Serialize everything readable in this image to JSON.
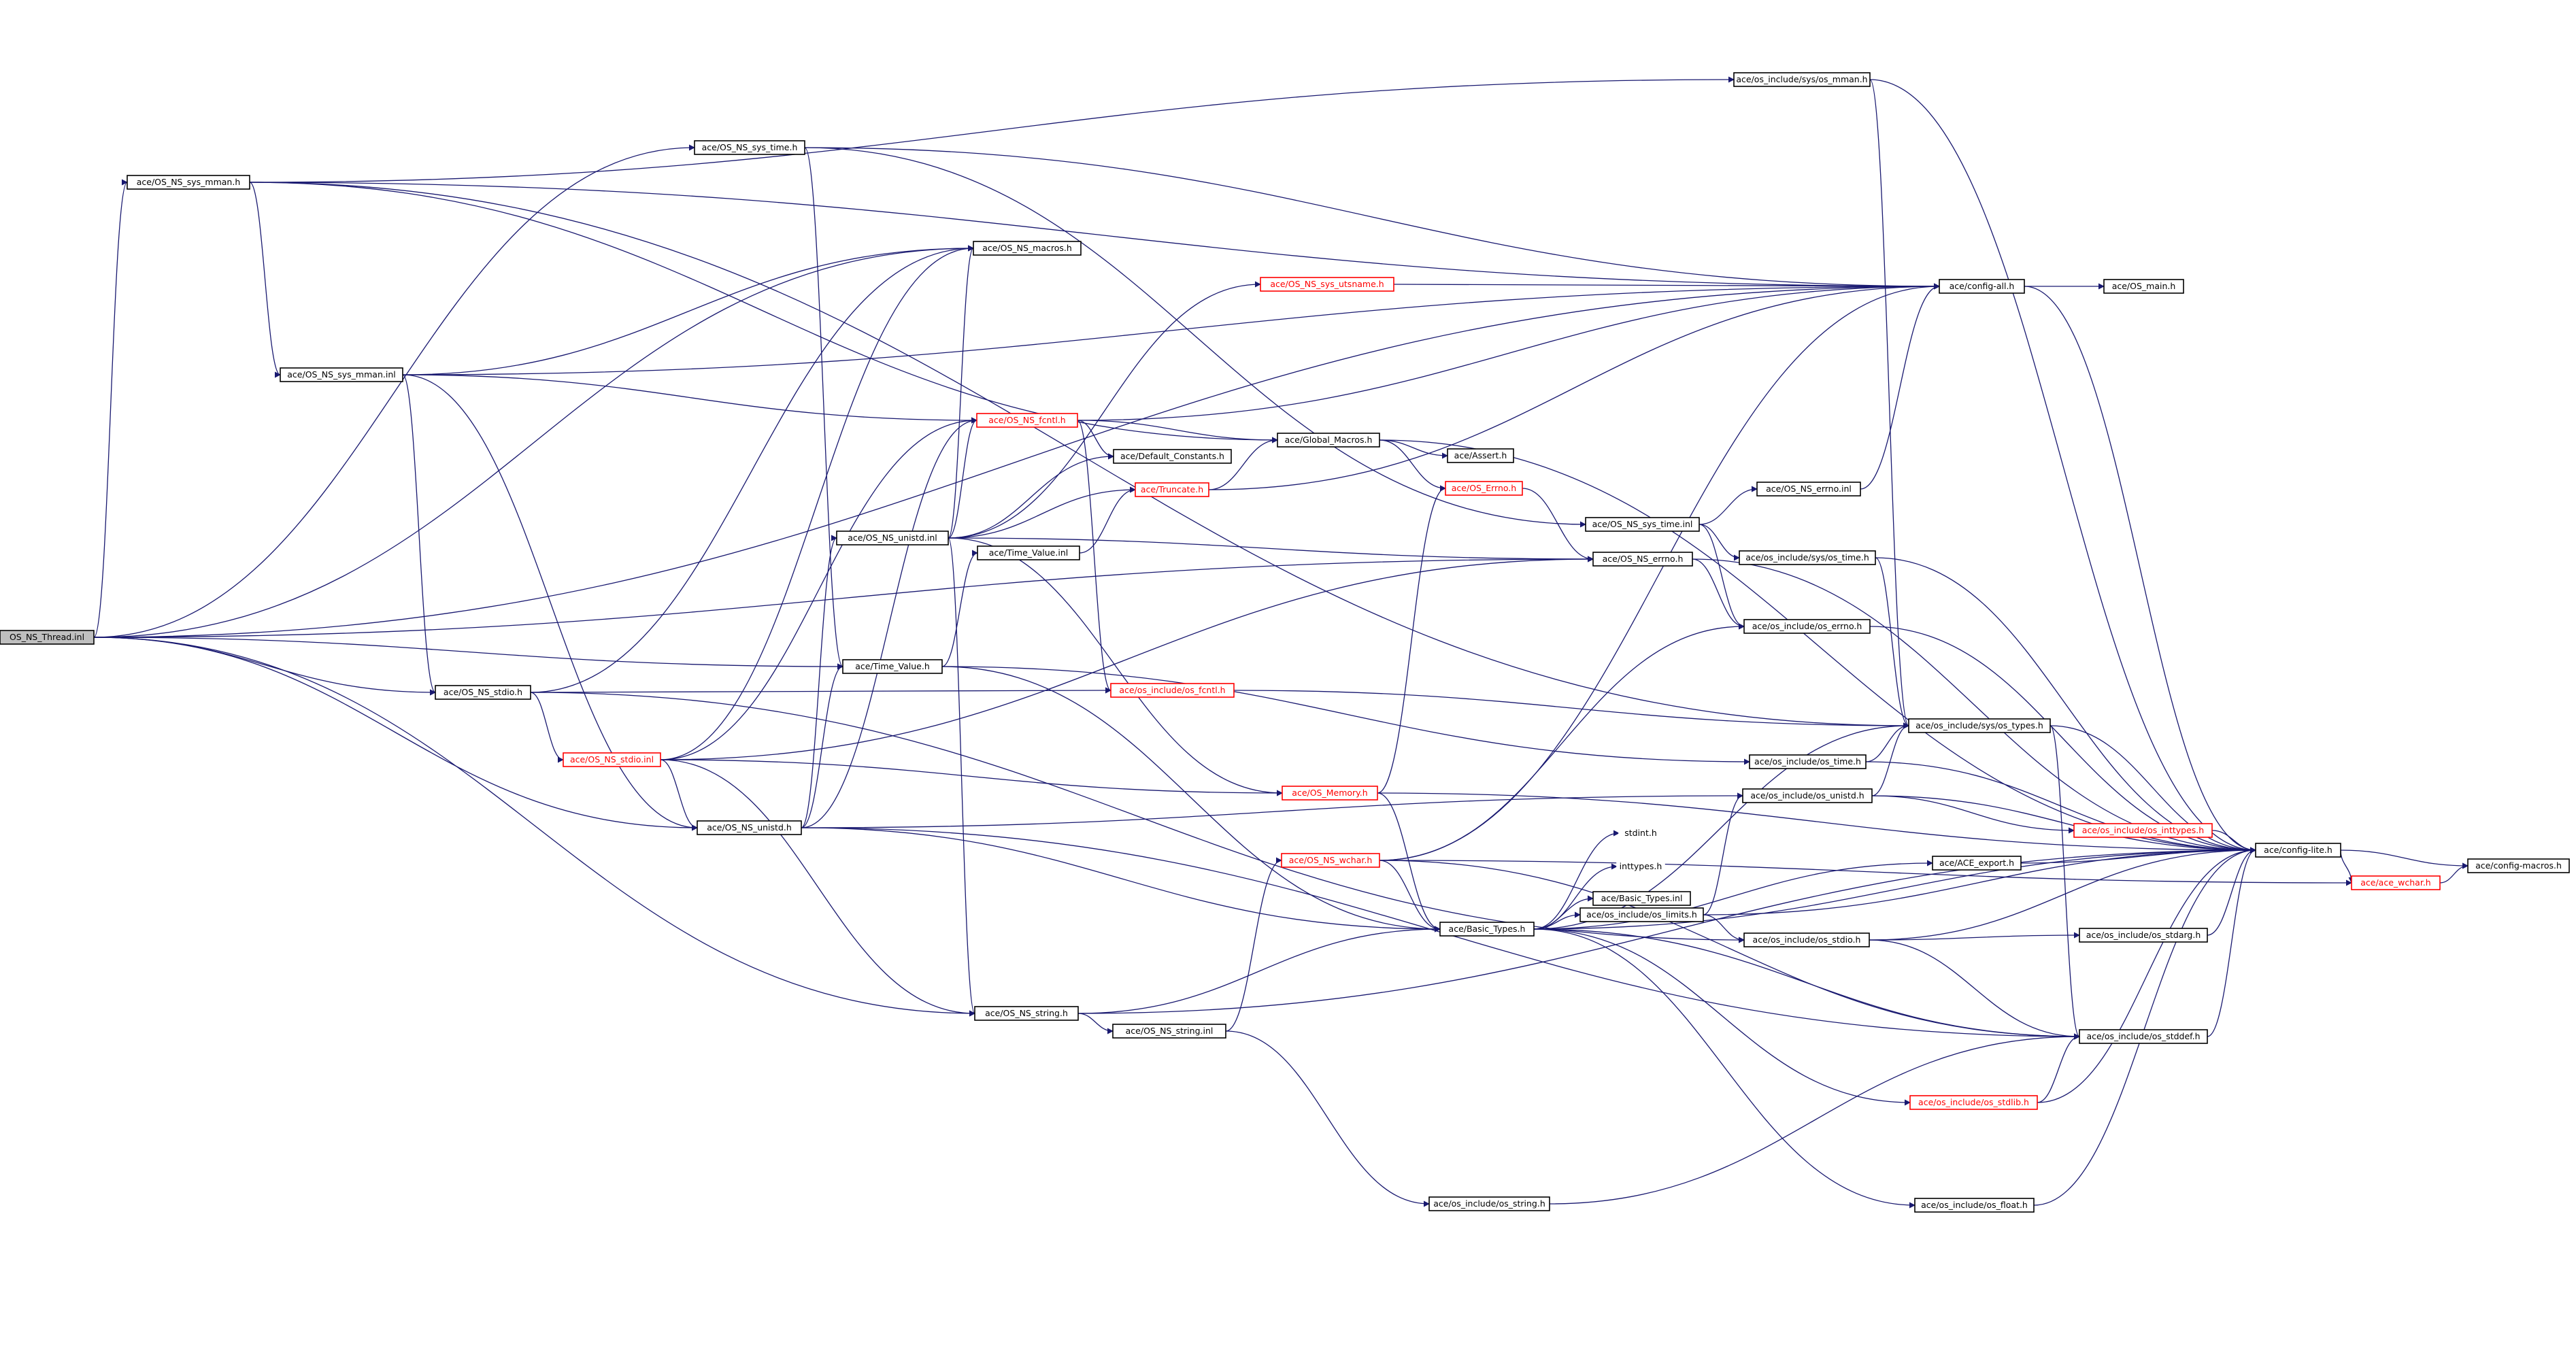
{
  "diagram": {
    "root": "OS_NS_Thread.inl",
    "nodes": [
      {
        "id": "thread_inl",
        "label": "OS_NS_Thread.inl",
        "style": "root"
      },
      {
        "id": "sys_mman_h",
        "label": "ace/OS_NS_sys_mman.h",
        "style": "normal"
      },
      {
        "id": "sys_time_h",
        "label": "ace/OS_NS_sys_time.h",
        "style": "normal"
      },
      {
        "id": "sys_mman_inl",
        "label": "ace/OS_NS_sys_mman.inl",
        "style": "normal"
      },
      {
        "id": "stdio_h",
        "label": "ace/OS_NS_stdio.h",
        "style": "normal"
      },
      {
        "id": "stdio_inl",
        "label": "ace/OS_NS_stdio.inl",
        "style": "truncated"
      },
      {
        "id": "unistd_h",
        "label": "ace/OS_NS_unistd.h",
        "style": "normal"
      },
      {
        "id": "unistd_inl",
        "label": "ace/OS_NS_unistd.inl",
        "style": "normal"
      },
      {
        "id": "macros_h",
        "label": "ace/OS_NS_macros.h",
        "style": "normal"
      },
      {
        "id": "fcntl_h",
        "label": "ace/OS_NS_fcntl.h",
        "style": "truncated"
      },
      {
        "id": "time_value_h",
        "label": "ace/Time_Value.h",
        "style": "normal"
      },
      {
        "id": "string_h",
        "label": "ace/OS_NS_string.h",
        "style": "normal"
      },
      {
        "id": "string_inl",
        "label": "ace/OS_NS_string.inl",
        "style": "normal"
      },
      {
        "id": "utsname_h",
        "label": "ace/OS_NS_sys_utsname.h",
        "style": "truncated"
      },
      {
        "id": "default_constants",
        "label": "ace/Default_Constants.h",
        "style": "normal"
      },
      {
        "id": "truncate_h",
        "label": "ace/Truncate.h",
        "style": "truncated"
      },
      {
        "id": "time_value_inl",
        "label": "ace/Time_Value.inl",
        "style": "normal"
      },
      {
        "id": "os_include_fcntl",
        "label": "ace/os_include/os_fcntl.h",
        "style": "truncated"
      },
      {
        "id": "memory_h",
        "label": "ace/OS_Memory.h",
        "style": "truncated"
      },
      {
        "id": "wchar_h",
        "label": "ace/OS_NS_wchar.h",
        "style": "truncated"
      },
      {
        "id": "global_macros",
        "label": "ace/Global_Macros.h",
        "style": "normal"
      },
      {
        "id": "assert_h",
        "label": "ace/Assert.h",
        "style": "normal"
      },
      {
        "id": "os_errno_h",
        "label": "ace/OS_Errno.h",
        "style": "truncated"
      },
      {
        "id": "basic_types_h",
        "label": "ace/Basic_Types.h",
        "style": "normal"
      },
      {
        "id": "os_include_string",
        "label": "ace/os_include/os_string.h",
        "style": "normal"
      },
      {
        "id": "sys_os_mman",
        "label": "ace/os_include/sys/os_mman.h",
        "style": "normal"
      },
      {
        "id": "config_all",
        "label": "ace/config-all.h",
        "style": "normal"
      },
      {
        "id": "os_main",
        "label": "ace/OS_main.h",
        "style": "normal"
      },
      {
        "id": "errno_inl",
        "label": "ace/OS_NS_errno.inl",
        "style": "normal"
      },
      {
        "id": "sys_time_inl",
        "label": "ace/OS_NS_sys_time.inl",
        "style": "normal"
      },
      {
        "id": "errno_h",
        "label": "ace/OS_NS_errno.h",
        "style": "normal"
      },
      {
        "id": "sys_os_time",
        "label": "ace/os_include/sys/os_time.h",
        "style": "normal"
      },
      {
        "id": "os_include_errno",
        "label": "ace/os_include/os_errno.h",
        "style": "normal"
      },
      {
        "id": "sys_os_types",
        "label": "ace/os_include/sys/os_types.h",
        "style": "normal"
      },
      {
        "id": "os_include_time",
        "label": "ace/os_include/os_time.h",
        "style": "normal"
      },
      {
        "id": "os_include_unistd",
        "label": "ace/os_include/os_unistd.h",
        "style": "normal"
      },
      {
        "id": "stdint_h",
        "label": "stdint.h",
        "style": "plain"
      },
      {
        "id": "inttypes_h",
        "label": "inttypes.h",
        "style": "plain"
      },
      {
        "id": "basic_types_inl",
        "label": "ace/Basic_Types.inl",
        "style": "normal"
      },
      {
        "id": "os_include_limits",
        "label": "ace/os_include/os_limits.h",
        "style": "normal"
      },
      {
        "id": "os_include_stdio",
        "label": "ace/os_include/os_stdio.h",
        "style": "normal"
      },
      {
        "id": "ace_export",
        "label": "ace/ACE_export.h",
        "style": "normal"
      },
      {
        "id": "os_include_inttypes",
        "label": "ace/os_include/os_inttypes.h",
        "style": "truncated"
      },
      {
        "id": "os_include_stdarg",
        "label": "ace/os_include/os_stdarg.h",
        "style": "normal"
      },
      {
        "id": "os_include_stddef",
        "label": "ace/os_include/os_stddef.h",
        "style": "normal"
      },
      {
        "id": "os_include_stdlib",
        "label": "ace/os_include/os_stdlib.h",
        "style": "truncated"
      },
      {
        "id": "os_include_float",
        "label": "ace/os_include/os_float.h",
        "style": "normal"
      },
      {
        "id": "config_lite",
        "label": "ace/config-lite.h",
        "style": "normal"
      },
      {
        "id": "ace_wchar",
        "label": "ace/ace_wchar.h",
        "style": "truncated"
      },
      {
        "id": "config_macros",
        "label": "ace/config-macros.h",
        "style": "normal"
      }
    ],
    "edges": [
      [
        "thread_inl",
        "sys_mman_h"
      ],
      [
        "thread_inl",
        "sys_time_h"
      ],
      [
        "thread_inl",
        "macros_h"
      ],
      [
        "thread_inl",
        "config_all"
      ],
      [
        "thread_inl",
        "errno_h"
      ],
      [
        "thread_inl",
        "time_value_h"
      ],
      [
        "thread_inl",
        "stdio_h"
      ],
      [
        "thread_inl",
        "unistd_h"
      ],
      [
        "thread_inl",
        "string_h"
      ],
      [
        "sys_mman_h",
        "sys_os_mman"
      ],
      [
        "sys_mman_h",
        "config_all"
      ],
      [
        "sys_mman_h",
        "global_macros"
      ],
      [
        "sys_mman_h",
        "sys_mman_inl"
      ],
      [
        "sys_mman_h",
        "sys_os_types"
      ],
      [
        "sys_time_h",
        "config_all"
      ],
      [
        "sys_time_h",
        "sys_time_inl"
      ],
      [
        "sys_time_h",
        "time_value_h"
      ],
      [
        "sys_mman_inl",
        "macros_h"
      ],
      [
        "sys_mman_inl",
        "config_all"
      ],
      [
        "sys_mman_inl",
        "fcntl_h"
      ],
      [
        "sys_mman_inl",
        "stdio_h"
      ],
      [
        "sys_mman_inl",
        "unistd_h"
      ],
      [
        "stdio_h",
        "macros_h"
      ],
      [
        "stdio_h",
        "stdio_inl"
      ],
      [
        "stdio_h",
        "os_include_fcntl"
      ],
      [
        "stdio_h",
        "os_include_stdio"
      ],
      [
        "stdio_inl",
        "fcntl_h"
      ],
      [
        "stdio_inl",
        "macros_h"
      ],
      [
        "stdio_inl",
        "errno_h"
      ],
      [
        "stdio_inl",
        "memory_h"
      ],
      [
        "stdio_inl",
        "unistd_h"
      ],
      [
        "stdio_inl",
        "string_h"
      ],
      [
        "unistd_h",
        "unistd_inl"
      ],
      [
        "unistd_h",
        "time_value_h"
      ],
      [
        "unistd_h",
        "fcntl_h"
      ],
      [
        "unistd_h",
        "os_include_unistd"
      ],
      [
        "unistd_h",
        "basic_types_h"
      ],
      [
        "unistd_h",
        "os_include_stddef"
      ],
      [
        "unistd_inl",
        "macros_h"
      ],
      [
        "unistd_inl",
        "fcntl_h"
      ],
      [
        "unistd_inl",
        "default_constants"
      ],
      [
        "unistd_inl",
        "truncate_h"
      ],
      [
        "unistd_inl",
        "utsname_h"
      ],
      [
        "unistd_inl",
        "errno_h"
      ],
      [
        "unistd_inl",
        "memory_h"
      ],
      [
        "unistd_inl",
        "string_h"
      ],
      [
        "fcntl_h",
        "global_macros"
      ],
      [
        "fcntl_h",
        "default_constants"
      ],
      [
        "fcntl_h",
        "config_all"
      ],
      [
        "fcntl_h",
        "os_include_fcntl"
      ],
      [
        "utsname_h",
        "config_all"
      ],
      [
        "truncate_h",
        "global_macros"
      ],
      [
        "truncate_h",
        "config_all"
      ],
      [
        "time_value_h",
        "time_value_inl"
      ],
      [
        "time_value_h",
        "os_include_time"
      ],
      [
        "time_value_h",
        "basic_types_h"
      ],
      [
        "time_value_inl",
        "truncate_h"
      ],
      [
        "os_include_fcntl",
        "sys_os_types"
      ],
      [
        "memory_h",
        "os_errno_h"
      ],
      [
        "memory_h",
        "basic_types_h"
      ],
      [
        "memory_h",
        "config_lite"
      ],
      [
        "wchar_h",
        "config_all"
      ],
      [
        "wchar_h",
        "os_include_errno"
      ],
      [
        "wchar_h",
        "basic_types_h"
      ],
      [
        "wchar_h",
        "ace_wchar"
      ],
      [
        "wchar_h",
        "os_include_stddef"
      ],
      [
        "string_h",
        "string_inl"
      ],
      [
        "string_h",
        "basic_types_h"
      ],
      [
        "string_h",
        "config_lite"
      ],
      [
        "string_inl",
        "wchar_h"
      ],
      [
        "string_inl",
        "os_include_string"
      ],
      [
        "global_macros",
        "assert_h"
      ],
      [
        "global_macros",
        "os_errno_h"
      ],
      [
        "global_macros",
        "config_lite"
      ],
      [
        "os_errno_h",
        "errno_h"
      ],
      [
        "errno_h",
        "os_include_errno"
      ],
      [
        "errno_h",
        "config_lite"
      ],
      [
        "sys_time_inl",
        "errno_inl"
      ],
      [
        "sys_time_inl",
        "sys_os_time"
      ],
      [
        "sys_time_inl",
        "os_include_errno"
      ],
      [
        "errno_inl",
        "config_all"
      ],
      [
        "sys_os_time",
        "sys_os_types"
      ],
      [
        "sys_os_time",
        "config_lite"
      ],
      [
        "os_include_errno",
        "config_lite"
      ],
      [
        "sys_os_types",
        "os_include_stddef"
      ],
      [
        "sys_os_types",
        "config_lite"
      ],
      [
        "os_include_time",
        "sys_os_types"
      ],
      [
        "os_include_time",
        "config_lite"
      ],
      [
        "os_include_unistd",
        "sys_os_types"
      ],
      [
        "os_include_unistd",
        "os_include_inttypes"
      ],
      [
        "os_include_unistd",
        "config_lite"
      ],
      [
        "os_include_inttypes",
        "config_lite"
      ],
      [
        "sys_os_mman",
        "sys_os_types"
      ],
      [
        "sys_os_mman",
        "config_lite"
      ],
      [
        "config_all",
        "os_main"
      ],
      [
        "config_all",
        "config_lite"
      ],
      [
        "basic_types_h",
        "stdint_h"
      ],
      [
        "basic_types_h",
        "inttypes_h"
      ],
      [
        "basic_types_h",
        "basic_types_inl"
      ],
      [
        "basic_types_h",
        "ace_export"
      ],
      [
        "basic_types_h",
        "os_include_limits"
      ],
      [
        "basic_types_h",
        "os_include_stdlib"
      ],
      [
        "basic_types_h",
        "os_include_float"
      ],
      [
        "basic_types_h",
        "sys_os_types"
      ],
      [
        "basic_types_h",
        "config_lite"
      ],
      [
        "basic_types_h",
        "os_include_stddef"
      ],
      [
        "os_include_limits",
        "os_include_unistd"
      ],
      [
        "os_include_limits",
        "os_include_stdio"
      ],
      [
        "os_include_limits",
        "config_lite"
      ],
      [
        "os_include_stdio",
        "os_include_stdarg"
      ],
      [
        "os_include_stdio",
        "os_include_stddef"
      ],
      [
        "os_include_stdio",
        "config_lite"
      ],
      [
        "ace_export",
        "config_lite"
      ],
      [
        "os_include_stdarg",
        "config_lite"
      ],
      [
        "os_include_stddef",
        "config_lite"
      ],
      [
        "os_include_stdlib",
        "os_include_stddef"
      ],
      [
        "os_include_stdlib",
        "config_lite"
      ],
      [
        "os_include_float",
        "config_lite"
      ],
      [
        "os_include_string",
        "os_include_stddef"
      ],
      [
        "config_lite",
        "config_macros"
      ],
      [
        "config_lite",
        "ace_wchar"
      ],
      [
        "ace_wchar",
        "config_macros"
      ]
    ]
  }
}
